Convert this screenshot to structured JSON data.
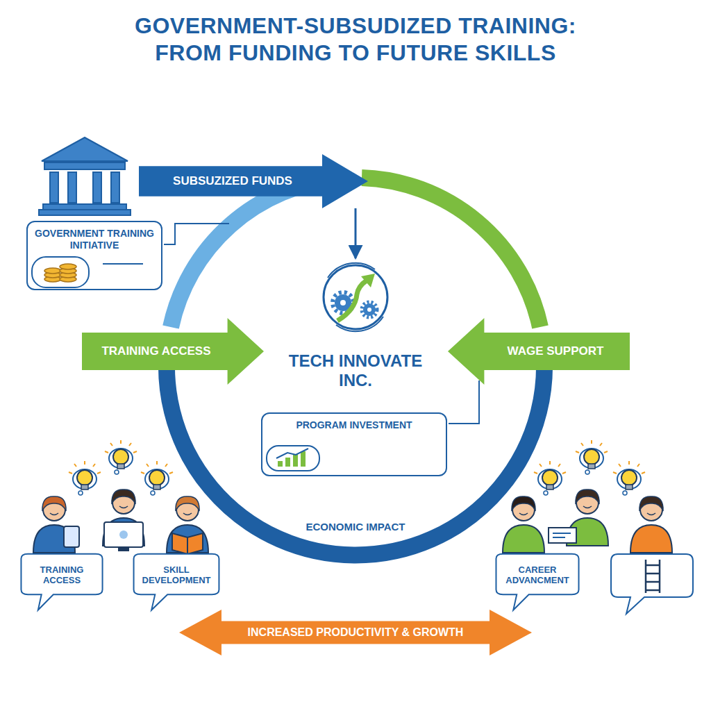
{
  "diagram": {
    "title": "GOVERNMENT-SUBSUDIZED TRAINING: FROM FUNDING TO FUTURE SKILLS",
    "nodes": [
      {
        "text": [
          "GOVERNMENT TRAINING INITIATIVE"
        ]
      },
      {
        "text": [
          "SUBSUZIZED FUNDS"
        ]
      },
      {
        "text": [
          "TECH INNOVATE INC."
        ]
      },
      {
        "text": [
          "PROGRAM INVESTMENT"
        ]
      },
      {
        "text": [
          "TRAINING ACCESS"
        ]
      },
      {
        "text": [
          "WAGE SUPPORT"
        ]
      },
      {
        "text": [
          "TRAINING ACCESS"
        ]
      },
      {
        "text": [
          "SKILL DEVELOPMENT"
        ]
      },
      {
        "text": [
          "CAREER ADVANCMENT"
        ]
      },
      {
        "text": [
          "INCREASED PRODUCTIVITY & GROWTH"
        ]
      }
    ],
    "edges": [
      {
        "from": 1,
        "to": 2,
        "arrow": "to"
      }
    ],
    "labels": [
      "ECONOMIC IMPACT"
    ]
  }
}
